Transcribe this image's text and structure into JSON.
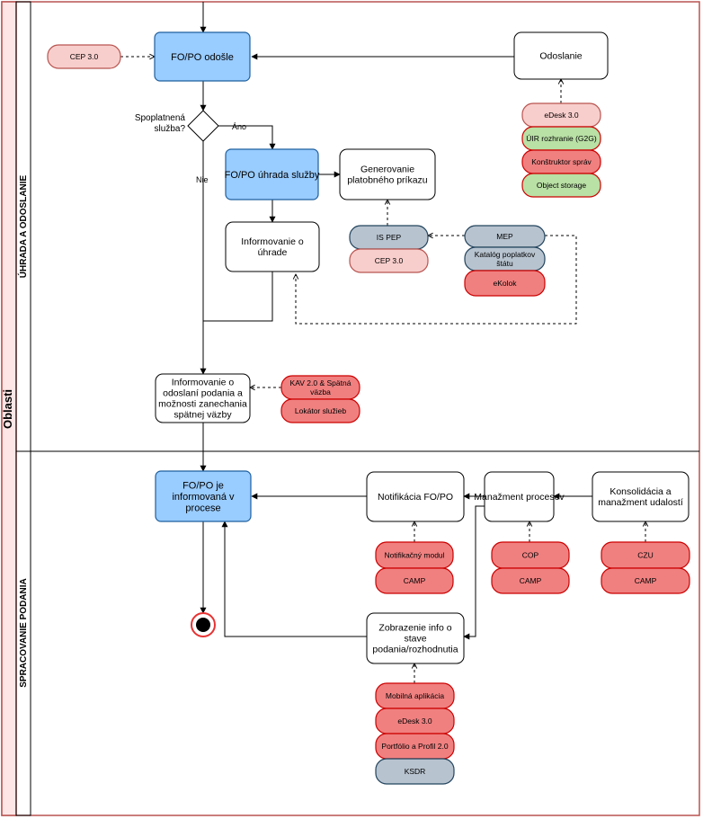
{
  "pool": {
    "title": "Oblasti"
  },
  "lanes": {
    "top": {
      "title": "ÚHRADA A ODOSLANIE"
    },
    "bottom": {
      "title": "SPRACOVANIE PODANIA"
    }
  },
  "nodes": {
    "cep_top": {
      "label": [
        "CEP 3.0"
      ]
    },
    "fopo_odosle": {
      "label": [
        "FO/PO odošle"
      ]
    },
    "odoslanie": {
      "label": [
        "Odoslanie"
      ]
    },
    "edesk": {
      "label": [
        "eDesk 3.0"
      ]
    },
    "uir": {
      "label": [
        "ÚIR rozhranie (G2G)"
      ]
    },
    "konstruktor": {
      "label": [
        "Konštruktor správ"
      ]
    },
    "object_storage": {
      "label": [
        "Object storage"
      ]
    },
    "gateway": {
      "label": [
        "Spoplatnená",
        "služba?"
      ]
    },
    "fopo_uhrada": {
      "label": [
        "FO/PO úhrada služby"
      ]
    },
    "generovanie": {
      "label": [
        "Generovanie",
        "platobného príkazu"
      ]
    },
    "is_pep": {
      "label": [
        "IS PEP"
      ]
    },
    "cep_pep": {
      "label": [
        "CEP 3.0"
      ]
    },
    "mep": {
      "label": [
        "MEP"
      ]
    },
    "katalog": {
      "label": [
        "Katalóg poplatkov",
        "štátu"
      ]
    },
    "ekolok": {
      "label": [
        "eKolok"
      ]
    },
    "informovanie_uhrade": {
      "label": [
        "Informovanie o",
        "úhrade"
      ]
    },
    "informovanie_odoslani": {
      "label": [
        "Informovanie o",
        "odoslaní podania a",
        "možnosti zanechania",
        "spätnej väzby"
      ]
    },
    "kav": {
      "label": [
        "KAV 2.0 & Spätná",
        "väzba"
      ]
    },
    "lokator": {
      "label": [
        "Lokátor služieb"
      ]
    },
    "fopo_informovana": {
      "label": [
        "FO/PO je",
        "informovaná v",
        "procese"
      ]
    },
    "notifikacia": {
      "label": [
        "Notifikácia FO/PO"
      ]
    },
    "manazment": {
      "label": [
        "Manažment procesov"
      ]
    },
    "konsolidacia": {
      "label": [
        "Konsolidácia a",
        "manažment udalostí"
      ]
    },
    "notif_modul": {
      "label": [
        "Notifikačný modul"
      ]
    },
    "camp1": {
      "label": [
        "CAMP"
      ]
    },
    "cop": {
      "label": [
        "COP"
      ]
    },
    "camp2": {
      "label": [
        "CAMP"
      ]
    },
    "czu": {
      "label": [
        "CZU"
      ]
    },
    "camp3": {
      "label": [
        "CAMP"
      ]
    },
    "zobrazenie": {
      "label": [
        "Zobrazenie info o",
        "stave",
        "podania/rozhodnutia"
      ]
    },
    "mobilna": {
      "label": [
        "Mobilná aplikácia"
      ]
    },
    "edesk2": {
      "label": [
        "eDesk 3.0"
      ]
    },
    "portfolio": {
      "label": [
        "Portfólio a Profil 2.0"
      ]
    },
    "ksdr": {
      "label": [
        "KSDR"
      ]
    }
  },
  "edge_labels": {
    "ano": "Áno",
    "nie": "Nie"
  },
  "colors": {
    "blue_fill": "#99ccff",
    "blue_stroke": "#1f5f9e",
    "red_fill": "#f08080",
    "red_stroke": "#cc0000",
    "pink_fill": "#f8cecc",
    "pink_stroke": "#b85450",
    "green_fill": "#b9e0a5",
    "gray_fill": "#b7c3cf",
    "gray_stroke": "#23445d",
    "lane_stroke": "#b85450"
  }
}
